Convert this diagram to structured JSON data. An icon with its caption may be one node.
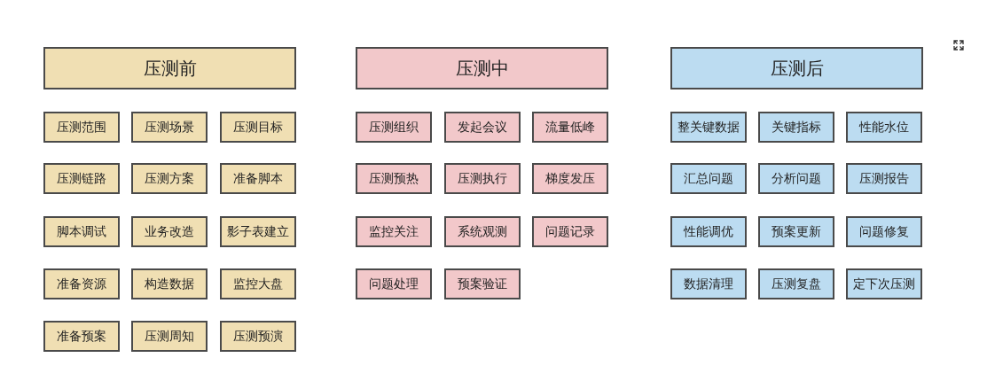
{
  "diagram": {
    "nodes": [
      {
        "text": [
          "压测前"
        ]
      },
      {
        "text": [
          "压测范围"
        ]
      },
      {
        "text": [
          "压测场景"
        ]
      },
      {
        "text": [
          "压测目标"
        ]
      },
      {
        "text": [
          "压测链路"
        ]
      },
      {
        "text": [
          "压测方案"
        ]
      },
      {
        "text": [
          "准备脚本"
        ]
      },
      {
        "text": [
          "脚本调试"
        ]
      },
      {
        "text": [
          "业务改造"
        ]
      },
      {
        "text": [
          "影子表建立"
        ]
      },
      {
        "text": [
          "准备资源"
        ]
      },
      {
        "text": [
          "构造数据"
        ]
      },
      {
        "text": [
          "监控大盘"
        ]
      },
      {
        "text": [
          "准备预案"
        ]
      },
      {
        "text": [
          "压测周知"
        ]
      },
      {
        "text": [
          "压测预演"
        ]
      },
      {
        "text": [
          "压测中"
        ]
      },
      {
        "text": [
          "压测组织"
        ]
      },
      {
        "text": [
          "发起会议"
        ]
      },
      {
        "text": [
          "流量低峰"
        ]
      },
      {
        "text": [
          "压测预热"
        ]
      },
      {
        "text": [
          "压测执行"
        ]
      },
      {
        "text": [
          "梯度发压"
        ]
      },
      {
        "text": [
          "监控关注"
        ]
      },
      {
        "text": [
          "系统观测"
        ]
      },
      {
        "text": [
          "问题记录"
        ]
      },
      {
        "text": [
          "问题处理"
        ]
      },
      {
        "text": [
          "预案验证"
        ]
      },
      {
        "text": [
          "压测后"
        ]
      },
      {
        "text": [
          "整关键数据"
        ]
      },
      {
        "text": [
          "关键指标"
        ]
      },
      {
        "text": [
          "性能水位"
        ]
      },
      {
        "text": [
          "汇总问题"
        ]
      },
      {
        "text": [
          "分析问题"
        ]
      },
      {
        "text": [
          "压测报告"
        ]
      },
      {
        "text": [
          "性能调优"
        ]
      },
      {
        "text": [
          "预案更新"
        ]
      },
      {
        "text": [
          "问题修复"
        ]
      },
      {
        "text": [
          "数据清理"
        ]
      },
      {
        "text": [
          "压测复盘"
        ]
      },
      {
        "text": [
          "定下次压测"
        ]
      }
    ]
  }
}
